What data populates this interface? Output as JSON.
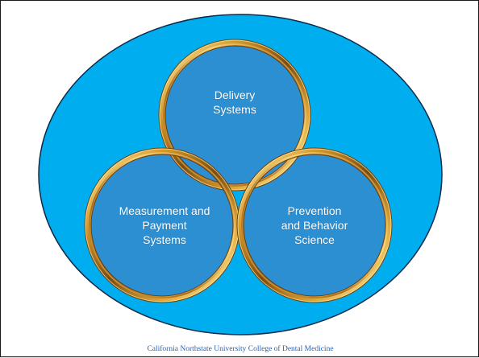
{
  "diagram": {
    "circles": [
      {
        "id": "delivery",
        "label": "Delivery\nSystems"
      },
      {
        "id": "measurement",
        "label": "Measurement and\nPayment\nSystems"
      },
      {
        "id": "prevention",
        "label": "Prevention\nand Behavior\nScience"
      }
    ]
  },
  "footer": {
    "text": "California Northstate University College of Dental Medicine"
  },
  "colors": {
    "background_ellipse": "#00AEEF",
    "circle_fill": "#2C8FD2",
    "ring_gold": "#C08A1E"
  }
}
